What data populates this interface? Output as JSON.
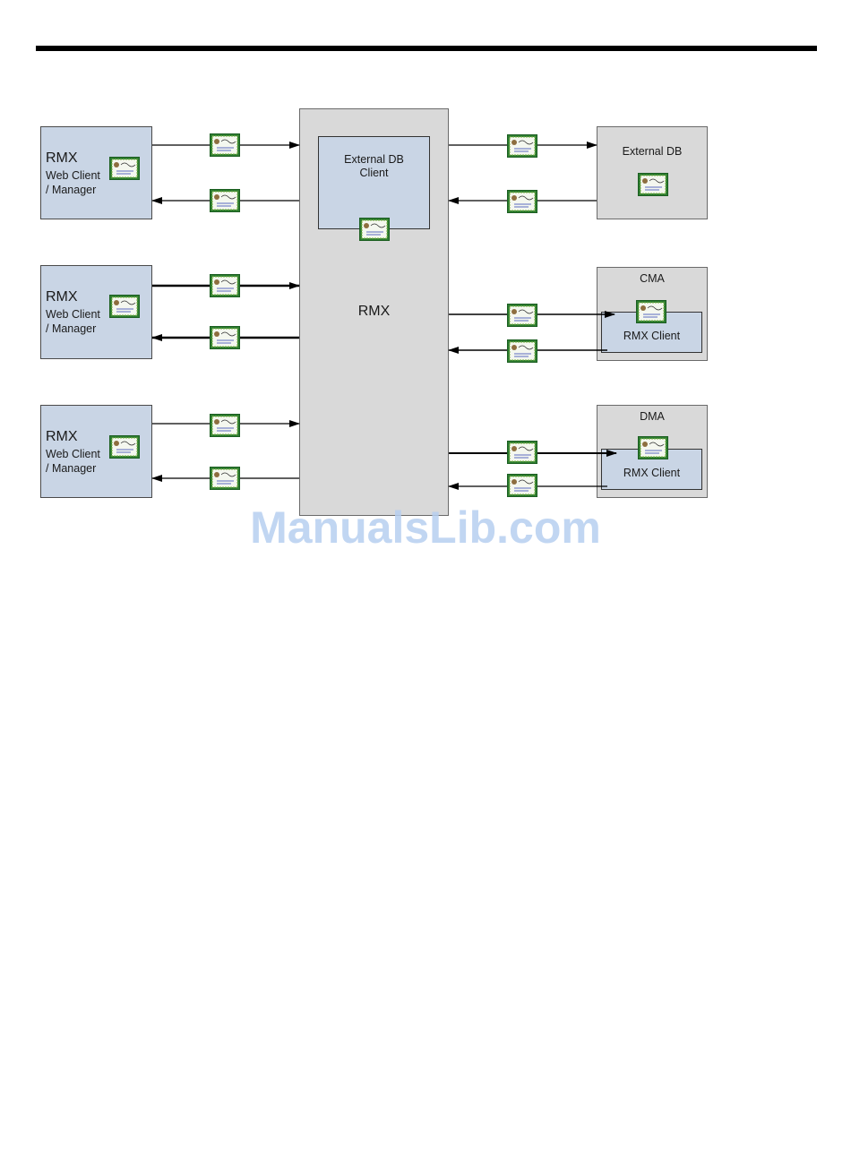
{
  "diagram": {
    "rmx_clients": [
      {
        "title": "RMX",
        "line1": "Web Client",
        "line2": "/ Manager"
      },
      {
        "title": "RMX",
        "line1": "Web Client",
        "line2": "/ Manager"
      },
      {
        "title": "RMX",
        "line1": "Web Client",
        "line2": "/ Manager"
      }
    ],
    "rmx": {
      "label": "RMX",
      "inner_line1": "External DB",
      "inner_line2": "Client"
    },
    "external_db": {
      "label": "External DB"
    },
    "cma": {
      "label": "CMA",
      "inner_label": "RMX Client"
    },
    "dma": {
      "label": "DMA",
      "inner_label": "RMX Client"
    }
  },
  "watermark": "ManualsLib.com",
  "colors": {
    "client_fill": "#c9d5e5",
    "server_fill": "#d9d9d9",
    "cert_green": "#2e7d32"
  },
  "icons": {
    "certificate": "certificate-icon"
  }
}
